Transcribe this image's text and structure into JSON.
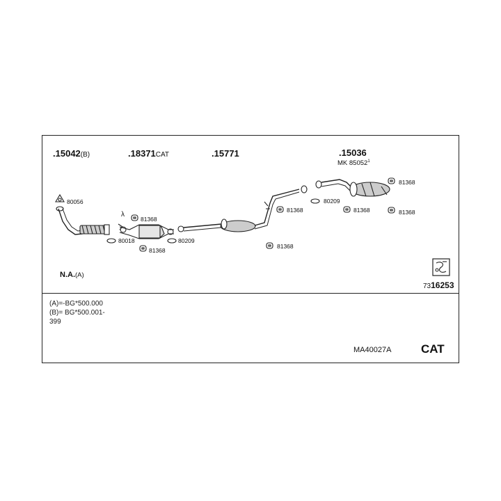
{
  "parts": [
    {
      "prefix": ".",
      "number": "15042",
      "suffix": "(B)"
    },
    {
      "prefix": ".",
      "number": "18371",
      "suffix": "CAT"
    },
    {
      "prefix": ".",
      "number": "15771",
      "suffix": ""
    },
    {
      "prefix": ".",
      "number": "15036",
      "suffix": ""
    }
  ],
  "mk": {
    "label": "MK",
    "number": "85052",
    "sup": "1"
  },
  "accessories": {
    "a80056": "80056",
    "a80018": "80018",
    "a81368_1": "81368",
    "a81368_2": "81368",
    "a80209_1": "80209",
    "a81368_3": "81368",
    "a81368_4": "81368",
    "a80209_2": "80209",
    "a81368_5": "81368",
    "a81368_6": "81368",
    "a81368_7": "81368"
  },
  "lambda": "λ",
  "engine_note": {
    "label": "N.A.",
    "suffix": "(A)"
  },
  "kit": {
    "prefix": "73",
    "number": "16253"
  },
  "notes": [
    "(A)=-BG*500.000",
    "(B)= BG*500.001-",
    "399"
  ],
  "model_code": "MA40027A",
  "type_label": "CAT"
}
